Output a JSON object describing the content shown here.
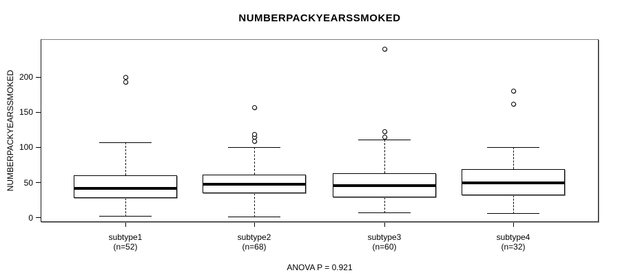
{
  "chart_data": {
    "type": "boxplot",
    "title": "NUMBERPACKYEARSSMOKED",
    "ylabel": "NUMBERPACKYEARSSMOKED",
    "xlabel": "",
    "annotation": "ANOVA P = 0.921",
    "ylim": [
      -6,
      253.7
    ],
    "yticks": [
      0,
      50,
      100,
      150,
      200
    ],
    "grid": false,
    "categories": [
      {
        "label": "subtype1",
        "sublabel": "(n=52)",
        "whisker_low": 2,
        "q1": 28,
        "median": 42,
        "q3": 60,
        "whisker_high": 107,
        "outliers": [
          193,
          200
        ]
      },
      {
        "label": "subtype2",
        "sublabel": "(n=68)",
        "whisker_low": 1,
        "q1": 35,
        "median": 48,
        "q3": 61,
        "whisker_high": 100,
        "outliers": [
          109,
          115,
          118,
          157
        ]
      },
      {
        "label": "subtype3",
        "sublabel": "(n=60)",
        "whisker_low": 7,
        "q1": 29,
        "median": 46,
        "q3": 63,
        "whisker_high": 111,
        "outliers": [
          115,
          122,
          240
        ]
      },
      {
        "label": "subtype4",
        "sublabel": "(n=32)",
        "whisker_low": 6,
        "q1": 32,
        "median": 50,
        "q3": 69,
        "whisker_high": 100,
        "outliers": [
          161,
          180
        ]
      }
    ]
  }
}
